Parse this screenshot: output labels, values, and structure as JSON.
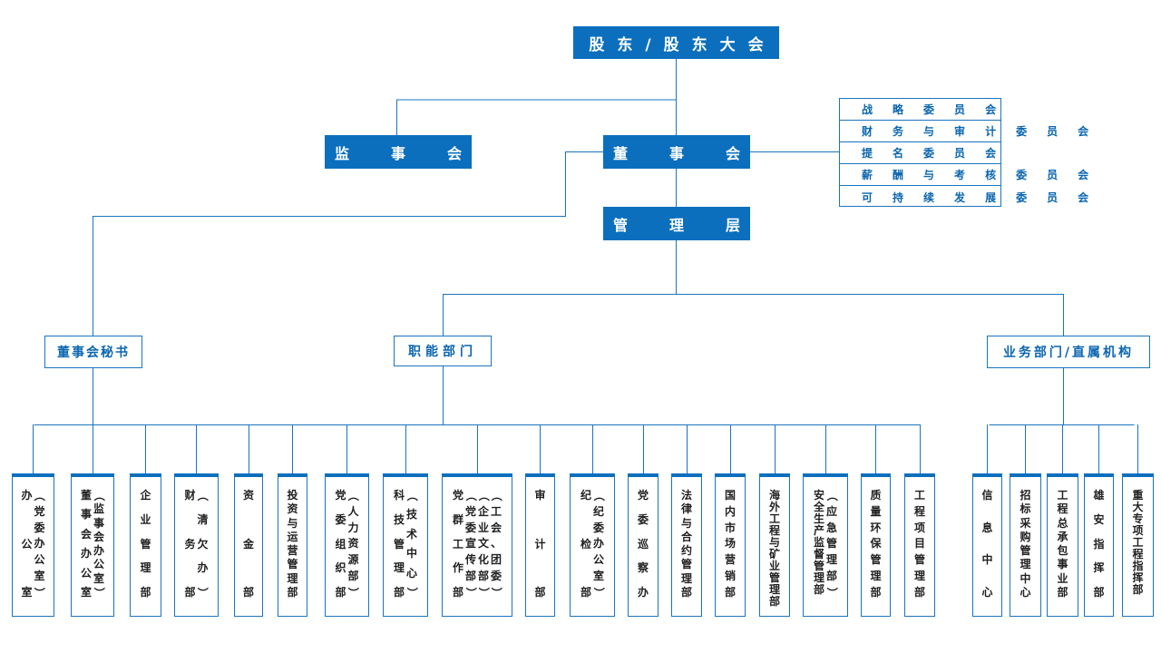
{
  "top_nodes": {
    "shareholders": "股东/股东大会",
    "supervisory_board": "监事会",
    "board": "董事会",
    "management": "管理层"
  },
  "committees": [
    "战略委员会",
    "财务与审计委员会",
    "提名委员会",
    "薪酬与考核委员会",
    "可持续发展委员会"
  ],
  "groups": {
    "board_secretary": "董事会秘书",
    "functional": "职能部门",
    "business": "业务部门/直属机构"
  },
  "departments": [
    {
      "id": "dept-office",
      "columns": [
        "办公室",
        "（党委办公室）"
      ]
    },
    {
      "id": "dept-board-office",
      "columns": [
        "董事会办公室",
        "（监事会办公室）"
      ]
    },
    {
      "id": "dept-enterprise-mgmt",
      "columns": [
        "企业管理部"
      ]
    },
    {
      "id": "dept-finance",
      "columns": [
        "财务部",
        "（清欠办）"
      ]
    },
    {
      "id": "dept-capital",
      "columns": [
        "资金部"
      ]
    },
    {
      "id": "dept-investment",
      "columns": [
        "投资与运营管理部"
      ]
    },
    {
      "id": "dept-org",
      "columns": [
        "党委组织部",
        "（人力资源部）"
      ]
    },
    {
      "id": "dept-tech",
      "columns": [
        "科技管理部",
        "（技术中心）"
      ]
    },
    {
      "id": "dept-party-mass",
      "columns": [
        "党群工作部",
        "（党委宣传部）",
        "（企业文化部）",
        "（工会、团委）"
      ]
    },
    {
      "id": "dept-audit",
      "columns": [
        "审计部"
      ]
    },
    {
      "id": "dept-discipline",
      "columns": [
        "纪检部",
        "（纪委办公室）"
      ]
    },
    {
      "id": "dept-inspection",
      "columns": [
        "党委巡察办"
      ]
    },
    {
      "id": "dept-legal",
      "columns": [
        "法律与合约管理部"
      ]
    },
    {
      "id": "dept-domestic-market",
      "columns": [
        "国内市场营销部"
      ]
    },
    {
      "id": "dept-overseas",
      "columns": [
        "海外工程与矿业管理部"
      ]
    },
    {
      "id": "dept-safety",
      "columns": [
        "安全生产监督管理部",
        "（应急管理部）"
      ]
    },
    {
      "id": "dept-quality",
      "columns": [
        "质量环保管理部"
      ]
    },
    {
      "id": "dept-project",
      "columns": [
        "工程项目管理部"
      ]
    },
    {
      "id": "dept-info-center",
      "columns": [
        "信息中心"
      ]
    },
    {
      "id": "dept-procurement",
      "columns": [
        "招标采购管理中心"
      ]
    },
    {
      "id": "dept-epc",
      "columns": [
        "工程总承包事业部"
      ]
    },
    {
      "id": "dept-xiongan",
      "columns": [
        "雄安指挥部"
      ]
    },
    {
      "id": "dept-major-projects",
      "columns": [
        "重大专项工程指挥部"
      ]
    }
  ],
  "colors": {
    "primary": "#0b6fbe",
    "line": "#1a74bf",
    "text_dark": "#1f1f1f"
  }
}
